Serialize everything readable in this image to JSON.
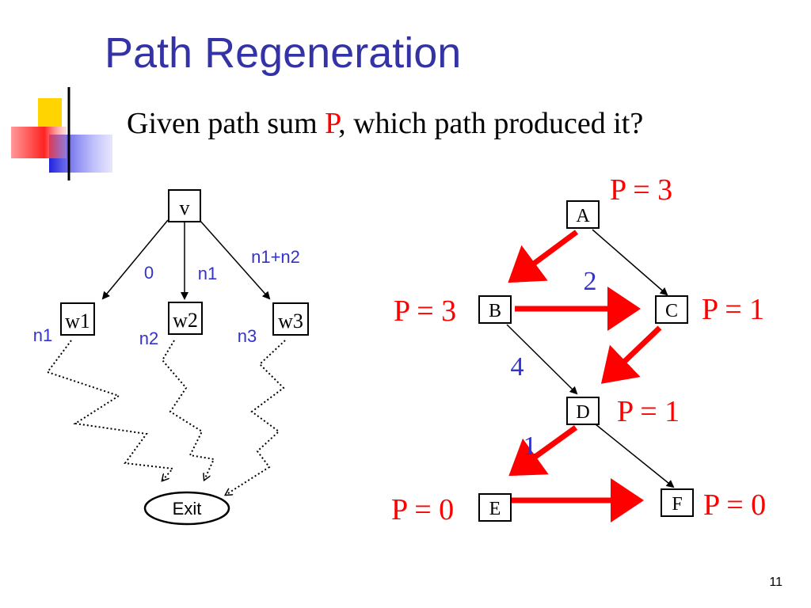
{
  "slide": {
    "title": "Path Regeneration",
    "subtitle_before": "Given path sum ",
    "subtitle_p": "P",
    "subtitle_after": ", which path produced it?",
    "page_number": "11",
    "colors": {
      "title": "#3333a6",
      "red": "#ff0000",
      "blue": "#3333cc"
    }
  },
  "left_diagram": {
    "nodes": {
      "v": "v",
      "w1": "w1",
      "w2": "w2",
      "w3": "w3",
      "exit": "Exit"
    },
    "edge_labels": {
      "v_w1": "0",
      "v_w2": "n1",
      "v_w3": "n1+n2"
    },
    "path_counts": {
      "w1": "n1",
      "w2": "n2",
      "w3": "n3"
    }
  },
  "right_diagram": {
    "nodes": {
      "A": "A",
      "B": "B",
      "C": "C",
      "D": "D",
      "E": "E",
      "F": "F"
    },
    "edge_labels": {
      "B_C": "2",
      "B_D": "4",
      "D_E": "1"
    },
    "p_values": {
      "A": "P = 3",
      "B": "P = 3",
      "C": "P = 1",
      "D": "P = 1",
      "E": "P = 0",
      "F": "P = 0"
    }
  }
}
